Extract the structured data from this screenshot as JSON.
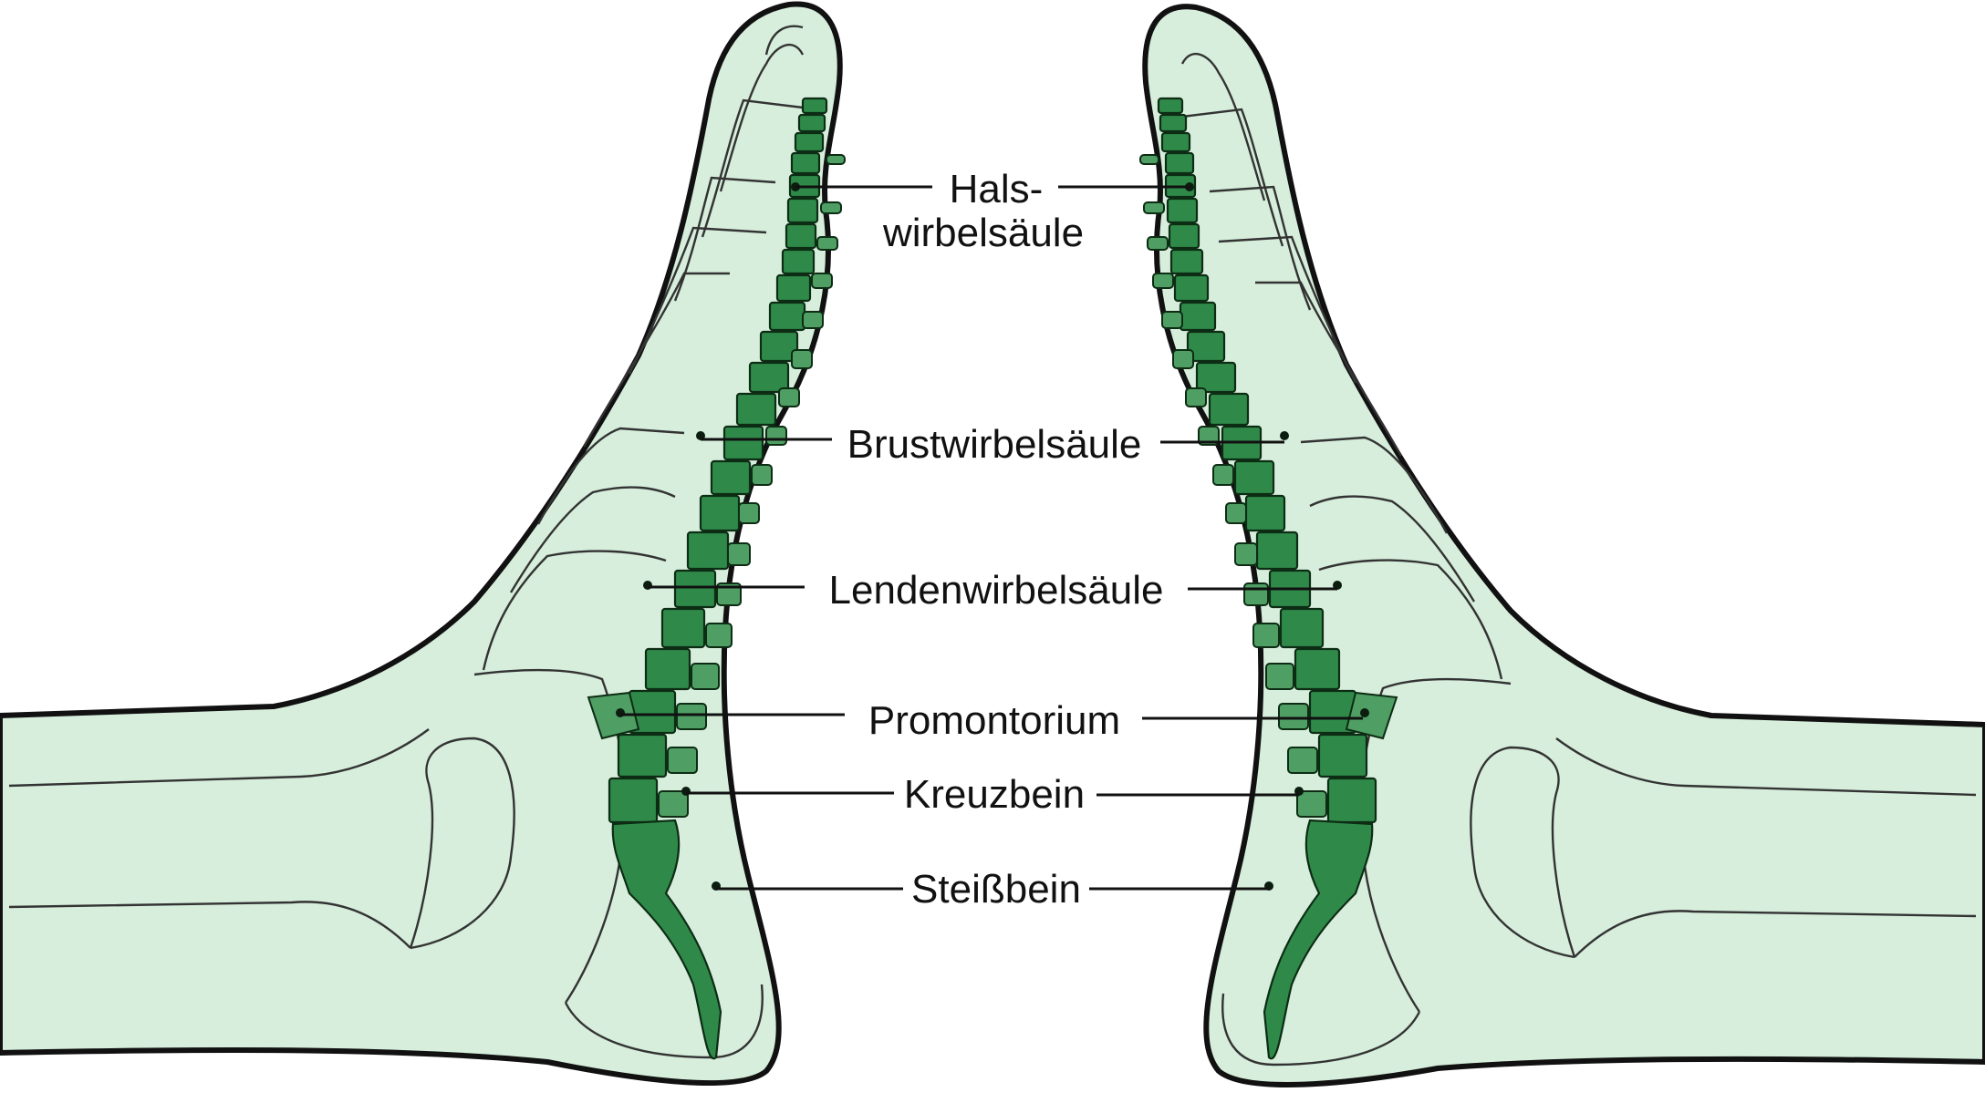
{
  "labels": {
    "cervical_line1": "Hals-",
    "cervical_line2": "wirbelsäule",
    "thoracic": "Brustwirbelsäule",
    "lumbar": "Lendenwirbelsäule",
    "promontory": "Promontorium",
    "sacrum": "Kreuzbein",
    "coccyx": "Steißbein"
  },
  "colors": {
    "skin_fill": "#d6eedb",
    "spine_fill": "#2f8a4a",
    "outline": "#111111"
  }
}
